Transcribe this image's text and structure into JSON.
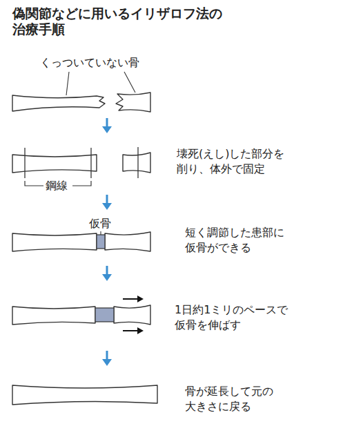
{
  "diagram": {
    "title": "偽関節などに用いるイリザロフ法の 治療手順",
    "labels": [
      "くっついていない骨",
      "鋼線",
      "壊死(えし)した部分を 削り、体外で固定",
      "仮骨",
      "短く調節した患部に 仮骨ができる",
      "1日約1ミリのペースで 仮骨を伸ばす",
      "骨が延長して元の 大きさに戻る"
    ]
  }
}
